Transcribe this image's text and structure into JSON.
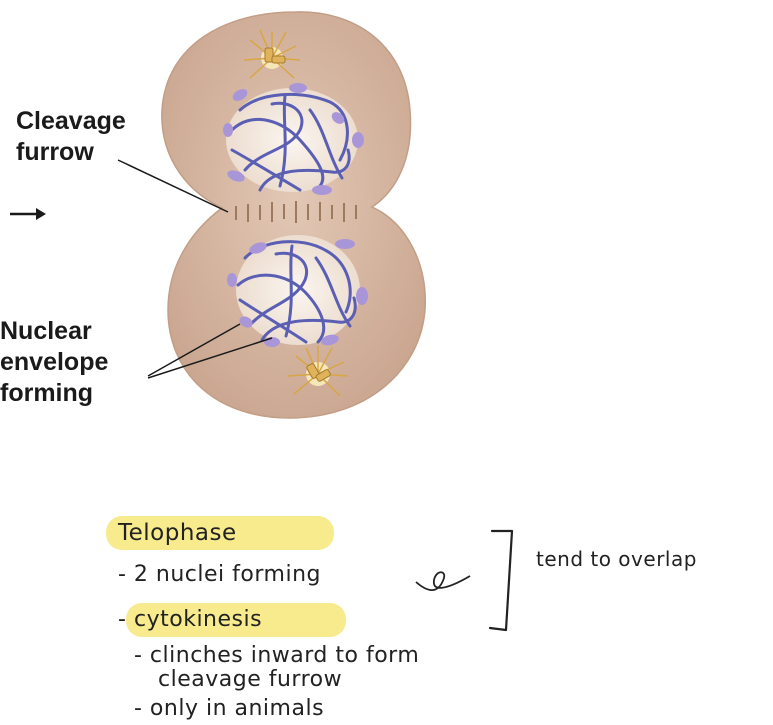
{
  "diagram": {
    "labels": {
      "cleavage_furrow_line1": "Cleavage",
      "cleavage_furrow_line2": "furrow",
      "nuclear_envelope_line1": "Nuclear",
      "nuclear_envelope_line2": "envelope",
      "nuclear_envelope_line3": "forming"
    },
    "colors": {
      "cell": "#d7b9a4",
      "cell_edge": "#c9a48b",
      "nucleus": "#f4ece3",
      "chromatin": "#5b5fb4",
      "envelope": "#a996d8",
      "centrosome": "#d9a645",
      "highlight": "#f8eb8e"
    }
  },
  "notes": {
    "title": "Telophase",
    "line1": "- 2 nuclei forming",
    "line2": "-",
    "cytokinesis": "cytokinesis",
    "line3a": "- clinches inward to form",
    "line3b": "cleavage furrow",
    "line4": "- only in animals",
    "side_note": "tend to overlap"
  }
}
